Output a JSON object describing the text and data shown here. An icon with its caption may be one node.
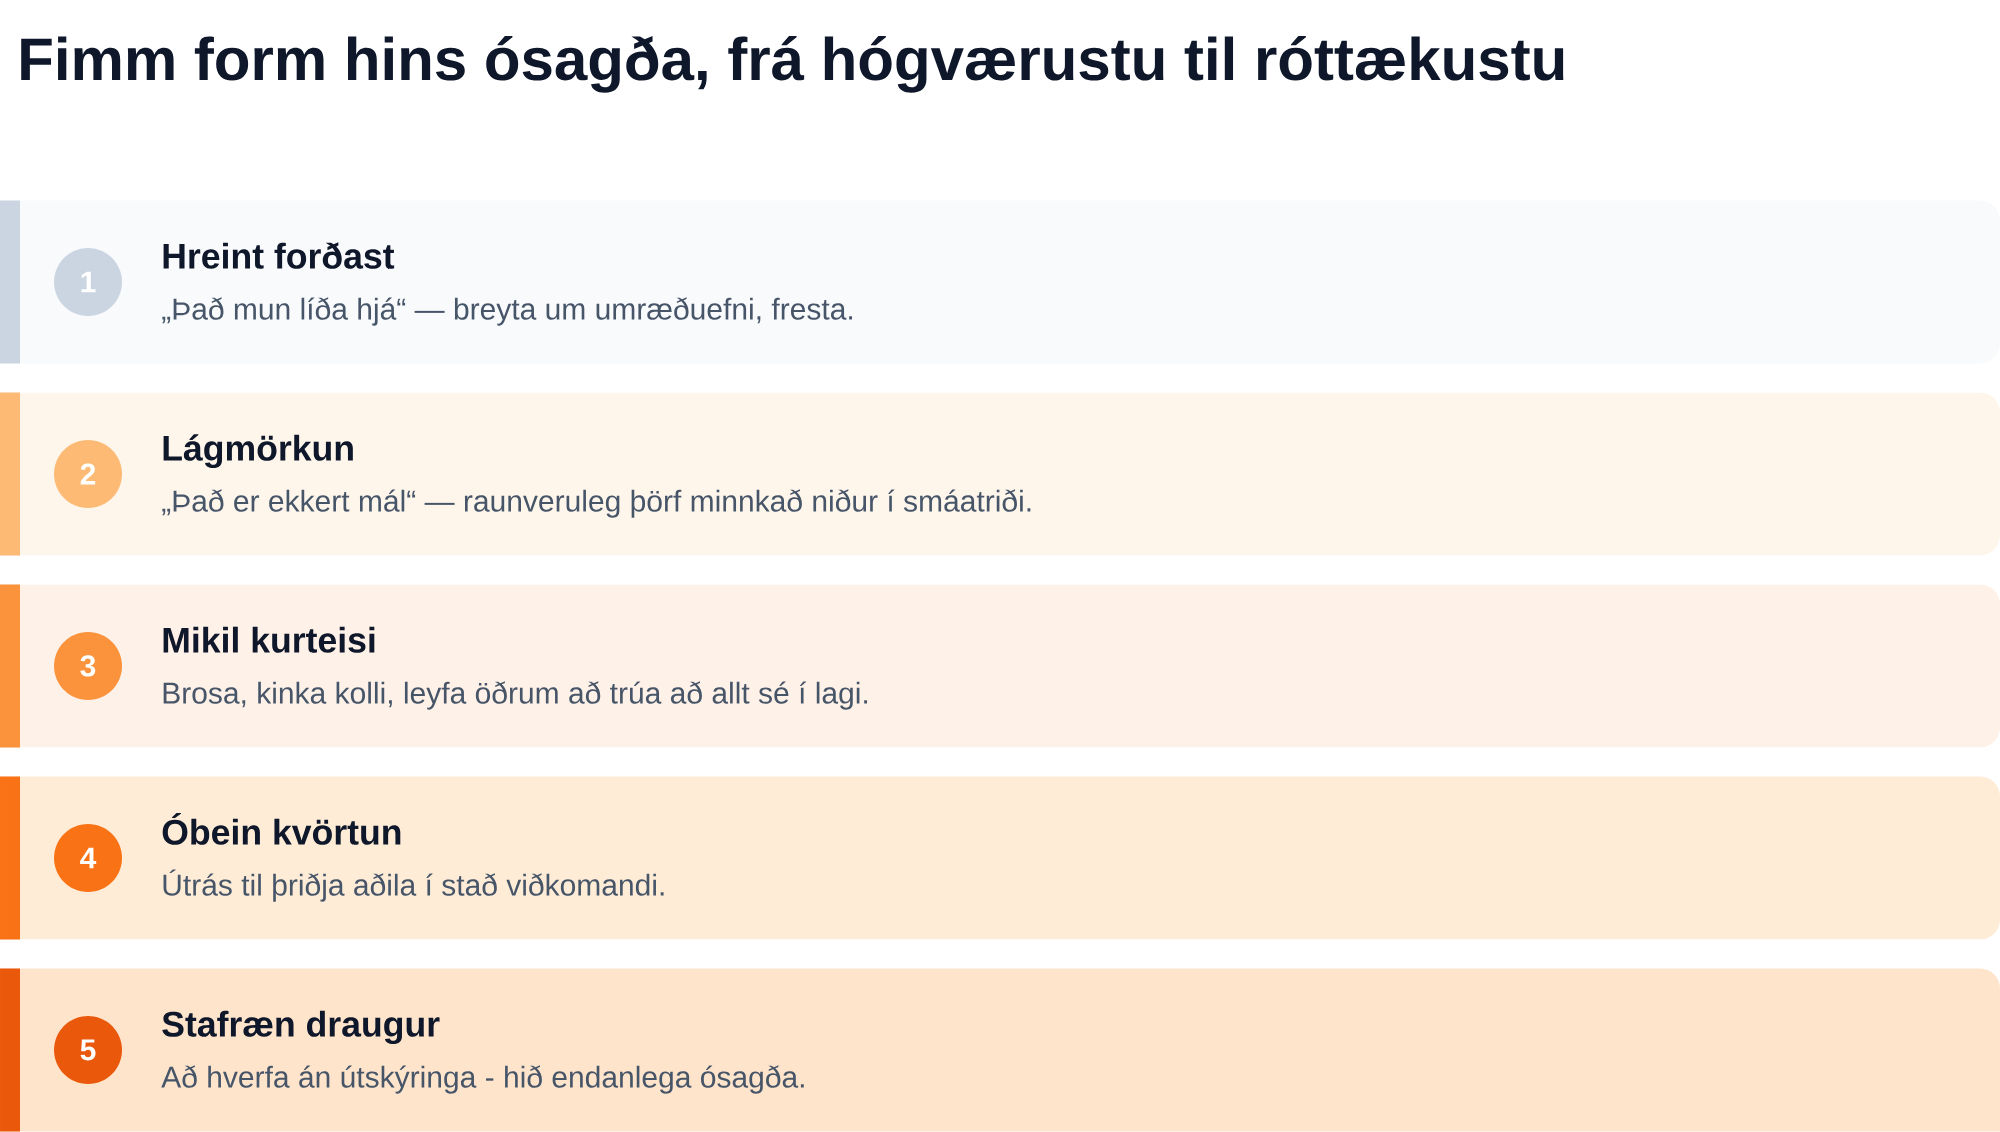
{
  "diagram": {
    "title": "Fimm form hins ósagða, frá hógværustu til róttækustu",
    "nodes": [
      {
        "text": [
          "Hreint forðast",
          "„Það mun líða hjá“ — breyta um umræðuefni, fresta."
        ]
      },
      {
        "text": [
          "1"
        ],
        "in": 0
      },
      {
        "text": [
          "Lágmörkun",
          "„Það er ekkert mál“ — raunveruleg þörf minnkað niður í smáatriði."
        ]
      },
      {
        "text": [
          "2"
        ],
        "in": 2
      },
      {
        "text": [
          "Mikil kurteisi",
          "Brosa, kinka kolli, leyfa öðrum að trúa að allt sé í lagi."
        ]
      },
      {
        "text": [
          "3"
        ],
        "in": 4
      },
      {
        "text": [
          "Óbein kvörtun",
          "Útrás til þriðja aðila í stað viðkomandi."
        ]
      },
      {
        "text": [
          "4"
        ],
        "in": 6
      },
      {
        "text": [
          "Stafræn draugur",
          "Að hverfa án útskýringa - hið endanlega ósagða."
        ]
      },
      {
        "text": [
          "5"
        ],
        "in": 8
      }
    ]
  }
}
